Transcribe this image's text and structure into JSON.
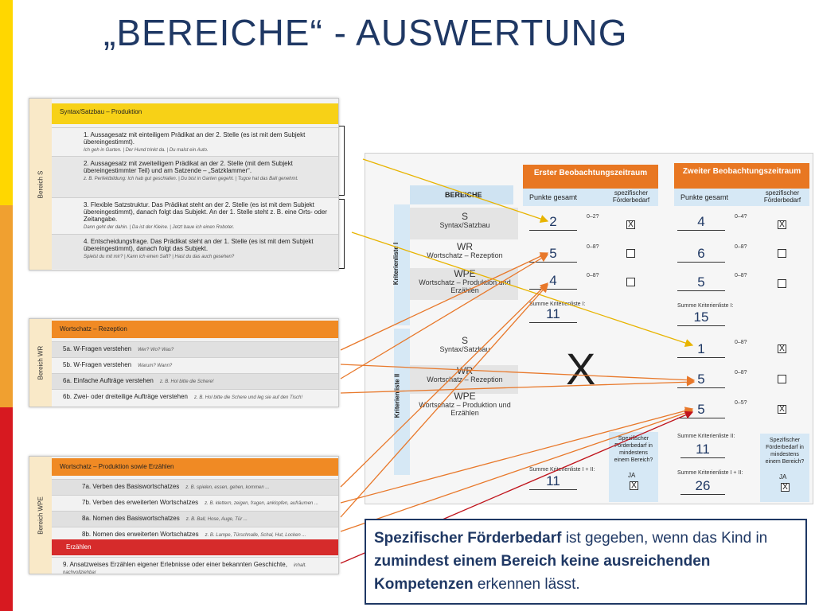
{
  "colors": {
    "title": "#1f3864",
    "stripe_yellow": "#ffd700",
    "stripe_orange": "#f0a030",
    "stripe_red": "#d71920",
    "orange": "#e87722",
    "yellow": "#f7d117",
    "red": "#d62b2b"
  },
  "title": "„BEREICHE“ -  AUSWERTUNG",
  "sheet_s": {
    "tab": "Bereich S",
    "header": "Syntax/Satzbau – Produktion",
    "rows": [
      {
        "label": "1. Aussagesatz mit einteiligem Prädikat an der 2. Stelle (es ist mit dem Subjekt übereingestimmt).",
        "sub": "Ich geh in Garten.  |  Der Hund trinkt da.  |  Du malst ein Auto."
      },
      {
        "label": "2. Aussagesatz mit zweiteiligem Prädikat an der 2. Stelle (mit dem Subjekt übereingestimmter Teil) und am Satzende – „Satzklammer“.",
        "sub": "z. B. Perfektbildung: Ich hab gut geschlafen. | Du bist in Garten gegeht. | Tugce hat das Ball genehmt."
      },
      {
        "label": "3. Flexible Satzstruktur. Das Prädikat steht an der 2. Stelle (es ist mit dem Subjekt übereingestimmt), danach folgt das Subjekt. An der 1. Stelle steht z. B. eine Orts- oder Zeitangabe.",
        "sub": "Dann geht der dahin.  |  Da ist der Kleine.  |  Jetzt baue ich einen Roboter."
      },
      {
        "label": "4. Entscheidungsfrage. Das Prädikat steht an der 1. Stelle (es ist mit dem Subjekt übereingestimmt), danach folgt das Subjekt.",
        "sub": "Spielst du mit mir?  |  Kann ich einen Saft?  |  Hast du das auch gesehen?"
      }
    ]
  },
  "sheet_wr": {
    "tab": "Bereich WR",
    "header": "Wortschatz – Rezeption",
    "rows": [
      {
        "label": "5a. W-Fragen verstehen",
        "ex": "Wer? Wo? Was?"
      },
      {
        "label": "5b. W-Fragen verstehen",
        "ex": "Warum? Wann?"
      },
      {
        "label": "6a. Einfache Aufträge verstehen",
        "ex": "z. B. Hol bitte die Schere!"
      },
      {
        "label": "6b. Zwei- oder dreiteilige Aufträge verstehen",
        "ex": "z. B. Hol bitte die Schere und leg sie auf den Tisch!"
      }
    ]
  },
  "sheet_wpe": {
    "tab": "Bereich WPE",
    "header": "Wortschatz – Produktion sowie Erzählen",
    "rows": [
      {
        "label": "7a. Verben des Basiswortschatzes",
        "ex": "z. B. spielen, essen, gehen, kommen ..."
      },
      {
        "label": "7b. Verben des erweiterten Wortschatzes",
        "ex": "z. B. klettern, zeigen, fragen, anklopfen, aufräumen ..."
      },
      {
        "label": "8a. Nomen des Basiswortschatzes",
        "ex": "z. B. Ball, Hose, Auge, Tür ..."
      },
      {
        "label": "8b. Nomen des erweiterten Wortschatzes",
        "ex": "z. B. Lampe, Türschnalle, Schal, Hut, Locken ..."
      }
    ],
    "section2": "Erzählen",
    "row9": {
      "label": "9. Ansatzweises Erzählen eigener Erlebnisse oder einer bekannten Geschichte,",
      "ex": "inhalt. nachvollziehbar"
    }
  },
  "form": {
    "bereiche": "BEREICHE",
    "kl1": "Kriterienliste I",
    "kl2": "Kriterienliste II",
    "period1": "Erster Beobachtungszeitraum",
    "period2": "Zweiter Beobachtungszeitraum",
    "punkte": "Punkte gesamt",
    "spez": "spezifischer Förderbedarf",
    "areas": {
      "s": {
        "code": "S",
        "name": "Syntax/Satzbau"
      },
      "wr": {
        "code": "WR",
        "name": "Wortschatz – Rezeption"
      },
      "wpe": {
        "code": "WPE",
        "name": "Wortschatz – Produktion und Erzählen"
      }
    },
    "p1": {
      "s": "2",
      "wr": "5",
      "wpe": "4",
      "sum": "11"
    },
    "p2": {
      "s": "4",
      "wr": "6",
      "wpe": "5",
      "sum": "15"
    },
    "p2_l2": {
      "s": "1",
      "wr": "5",
      "wpe": "5",
      "sum": "11",
      "total": "26"
    },
    "q": {
      "s1": "0–2?",
      "s2": "0–4?",
      "wr": "0–8?",
      "wpe": "0–8?",
      "l2_s": "0–8?",
      "l2_wr": "0–8?",
      "l2_wpe": "0–5?"
    },
    "check": {
      "x": "X"
    },
    "sum_l1": "Summe Kriterienliste I:",
    "sum_l2": "Summe Kriterienliste II:",
    "sum_l12": "Summe Kriterienliste I + II:",
    "spec_q": "Spezifischer Förderbedarf in mindestens einem Bereich?",
    "ja": "JA",
    "big_x": "X"
  },
  "info": {
    "p1": "Spezifischer Förderbedarf",
    "p2": " ist gegeben, wenn das Kind in ",
    "p3": "zumindest einem Bereich keine ausreichenden Kompetenzen",
    "p4": " erkennen lässt."
  }
}
